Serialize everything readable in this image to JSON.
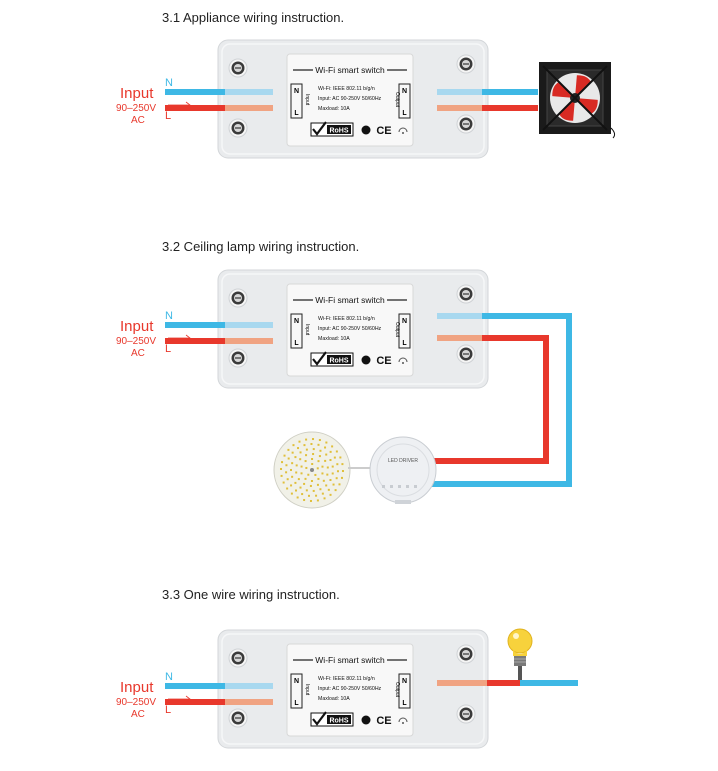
{
  "sections": [
    {
      "title": "3.1 Appliance wiring instruction.",
      "input_label": "Input",
      "voltage": "90–250V",
      "ac": "AC",
      "n": "N",
      "l": "L",
      "load": "exhaust-fan-icon"
    },
    {
      "title": "3.2 Ceiling lamp wiring instruction.",
      "input_label": "Input",
      "voltage": "90–250V",
      "ac": "AC",
      "n": "N",
      "l": "L",
      "load": "led-panel-icon",
      "driver_label": "LED DRIVER"
    },
    {
      "title": "3.3 One wire wiring instruction.",
      "input_label": "Input",
      "voltage": "90–250V",
      "ac": "AC",
      "n": "N",
      "l": "L",
      "load": "light-bulb-icon"
    }
  ],
  "device": {
    "name": "Wi-Fi smart switch",
    "spec1": "Wi-Fi: IEEE 802.11 b/g/n",
    "spec2": "Input: AC 90-250V 50/60Hz",
    "spec3": "Maxload: 10A",
    "rohs": "RoHS",
    "ce": "CE",
    "in_label": "Input",
    "out_label": "Output",
    "n": "N",
    "l": "L"
  },
  "colors": {
    "neutral_wire": "#3eb8e5",
    "live_wire": "#e8382c",
    "input_text": "#e8382c",
    "terminal_n": "#a8d8ef",
    "terminal_l": "#f0a382",
    "device_body": "#e9ebed"
  }
}
